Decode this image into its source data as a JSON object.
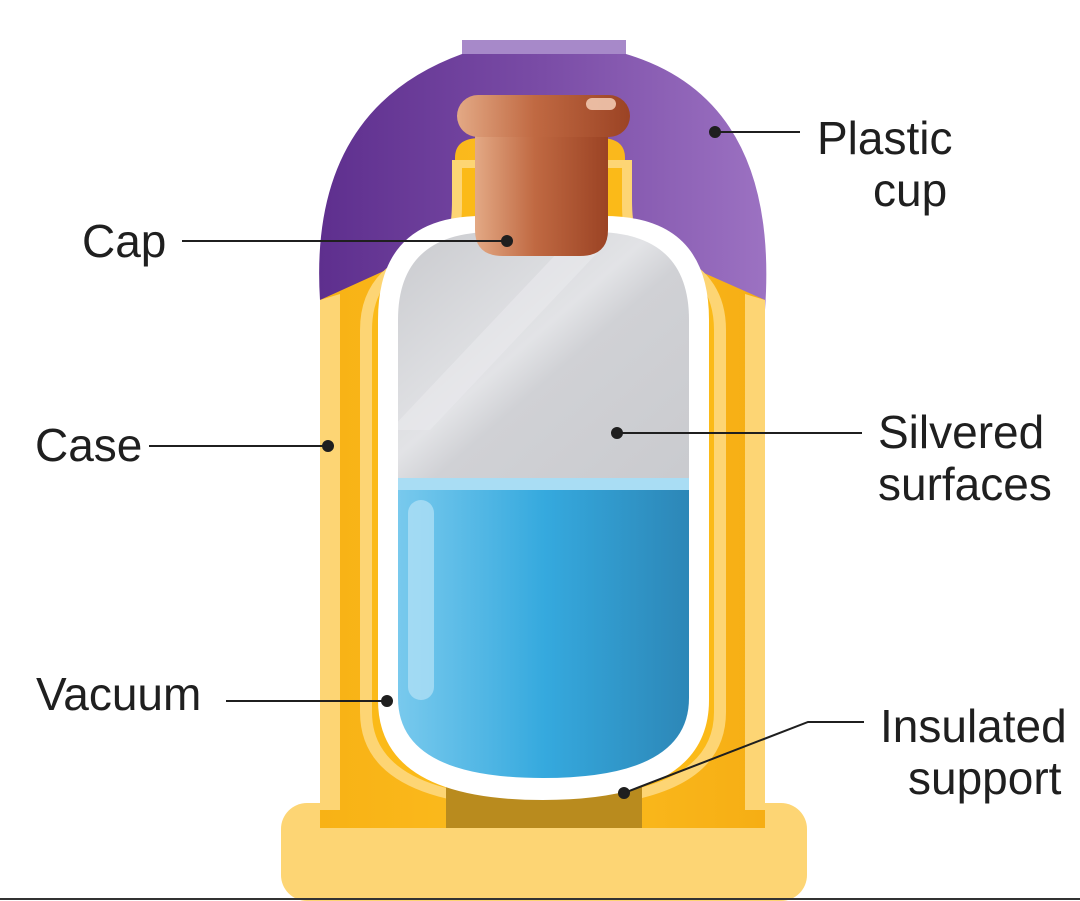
{
  "labels": {
    "plastic_cup": [
      "Plastic",
      "cup"
    ],
    "cap": "Cap",
    "case": "Case",
    "silvered_surfaces": [
      "Silvered",
      "surfaces"
    ],
    "vacuum": "Vacuum",
    "insulated_support": [
      "Insulated",
      "support"
    ]
  },
  "colors": {
    "case": "#FBBA18",
    "case_light": "#FDD574",
    "plastic_cup": "#7A4CA6",
    "cap": "#B85A37",
    "liquid": "#39ABDF",
    "silvered": "#D7D8DB",
    "support": "#B98B1E"
  }
}
